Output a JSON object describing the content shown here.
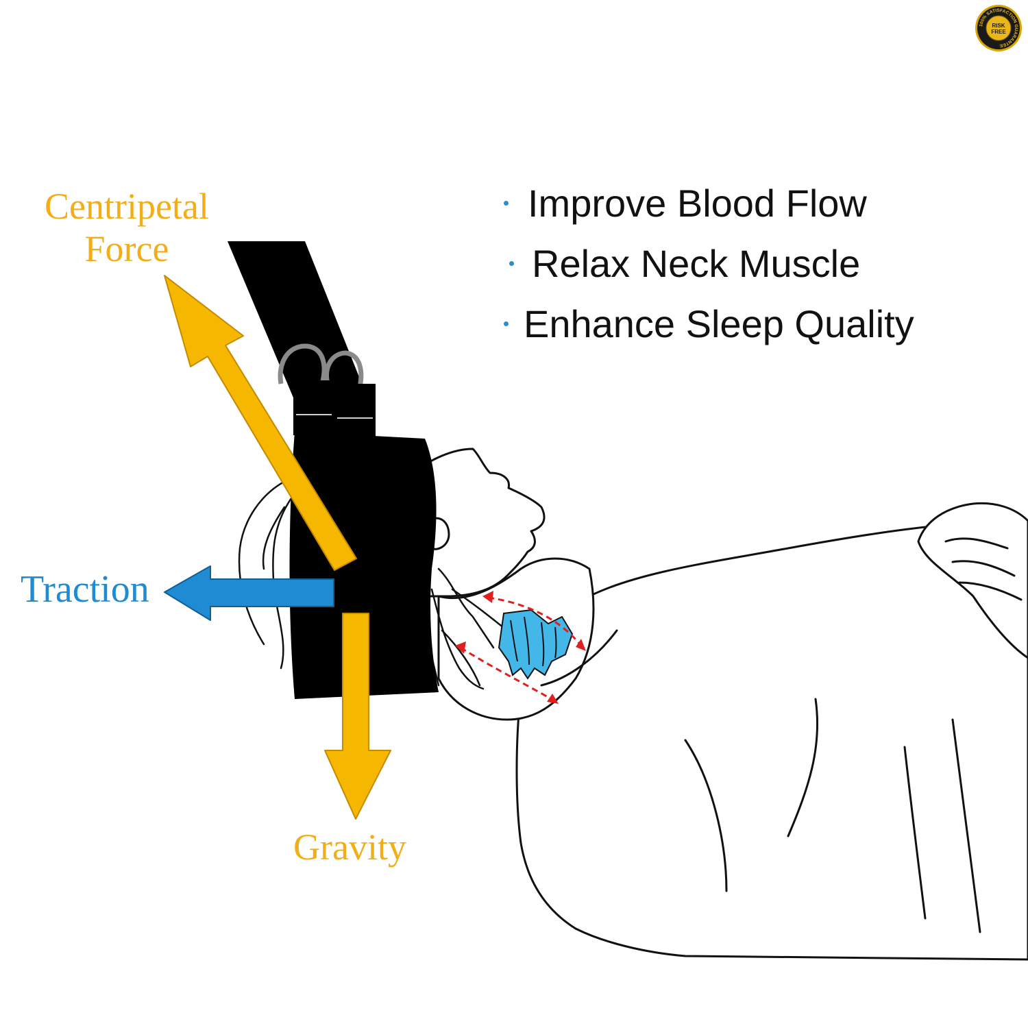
{
  "labels": {
    "centripetal_line1": "Centripetal",
    "centripetal_line2": "Force",
    "traction": "Traction",
    "gravity": "Gravity"
  },
  "benefits": [
    "Improve Blood Flow",
    "Relax Neck Muscle",
    "Enhance Sleep Quality"
  ],
  "badge": {
    "center_text_line1": "RISK",
    "center_text_line2": "FREE",
    "ring_text": "100% SATISFACTION GUARANTEE"
  },
  "colors": {
    "force_arrow": "#F5B700",
    "traction_arrow": "#1E8BD2",
    "label_orange": "#F2AE18",
    "label_blue": "#1E8BD2",
    "bullet": "#2A8FCF",
    "strap": "#000000",
    "outline": "#111111",
    "spine": "#43B7E8",
    "stretch_arrows": "#E02020",
    "badge_gold": "#D9A400"
  }
}
